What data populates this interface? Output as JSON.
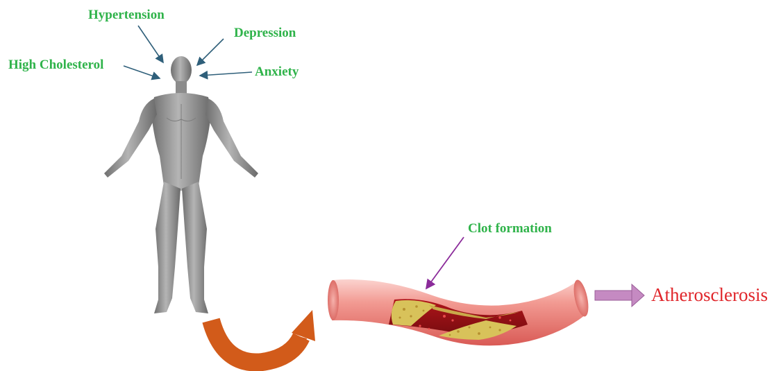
{
  "labels": {
    "hypertension": "Hypertension",
    "depression": "Depression",
    "high_cholesterol": "High Cholesterol",
    "anxiety": "Anxiety",
    "clot_formation": "Clot formation",
    "atherosclerosis": "Atherosclerosis"
  },
  "colors": {
    "label_green": "#2fb34a",
    "pointer_arrow": "#2f5f7a",
    "clot_arrow": "#8b2b9a",
    "result_arrow": "#c58ac2",
    "result_text": "#e0262b",
    "curved_arrow": "#d25b1a",
    "vessel_wall": "#f08a83",
    "plaque": "#d8c25a",
    "body_gray": "#9a9a9a"
  },
  "icons": {
    "human_figure": "human-body-silhouette",
    "artery": "artery-cross-section"
  }
}
